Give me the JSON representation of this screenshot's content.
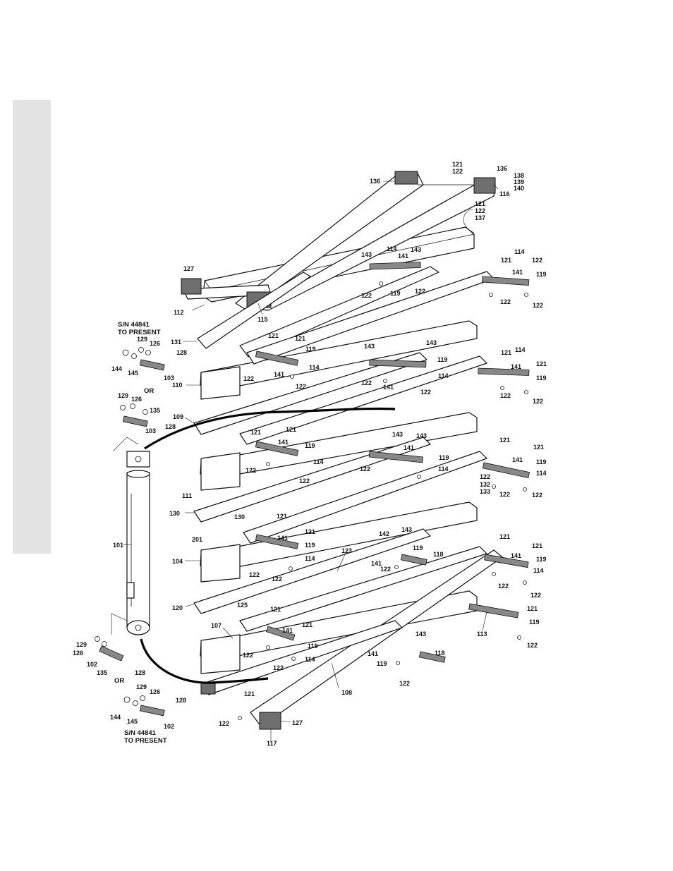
{
  "notes": {
    "sn_top": "S/N 44841",
    "to_present_top": "TO PRESENT",
    "or_top": "OR",
    "or_bottom": "OR",
    "sn_bottom": "S/N 44841",
    "to_present_bottom": "TO PRESENT"
  },
  "callouts": [
    {
      "id": "c121a",
      "text": "121"
    },
    {
      "id": "c122a",
      "text": "122"
    },
    {
      "id": "c136a",
      "text": "136"
    },
    {
      "id": "c136b",
      "text": "136"
    },
    {
      "id": "c138",
      "text": "138"
    },
    {
      "id": "c139",
      "text": "139"
    },
    {
      "id": "c140",
      "text": "140"
    },
    {
      "id": "c116",
      "text": "116"
    },
    {
      "id": "c121b",
      "text": "121"
    },
    {
      "id": "c122b",
      "text": "122"
    },
    {
      "id": "c137",
      "text": "137"
    },
    {
      "id": "c143a",
      "text": "143"
    },
    {
      "id": "c114a",
      "text": "114"
    },
    {
      "id": "c143b",
      "text": "143"
    },
    {
      "id": "c141a",
      "text": "141"
    },
    {
      "id": "c122c",
      "text": "122"
    },
    {
      "id": "c119a",
      "text": "119"
    },
    {
      "id": "c122d",
      "text": "122"
    },
    {
      "id": "c114b",
      "text": "114"
    },
    {
      "id": "c121c",
      "text": "121"
    },
    {
      "id": "c141b",
      "text": "141"
    },
    {
      "id": "c119b",
      "text": "119"
    },
    {
      "id": "c122e",
      "text": "122"
    },
    {
      "id": "c122f",
      "text": "122"
    },
    {
      "id": "c127a",
      "text": "127"
    },
    {
      "id": "c112",
      "text": "112"
    },
    {
      "id": "c115",
      "text": "115"
    },
    {
      "id": "c131",
      "text": "131"
    },
    {
      "id": "c129a",
      "text": "129"
    },
    {
      "id": "c126a",
      "text": "126"
    },
    {
      "id": "c128a",
      "text": "128"
    },
    {
      "id": "c144a",
      "text": "144"
    },
    {
      "id": "c145a",
      "text": "145"
    },
    {
      "id": "c103a",
      "text": "103"
    },
    {
      "id": "c110",
      "text": "110"
    },
    {
      "id": "c121d",
      "text": "121"
    },
    {
      "id": "c121e",
      "text": "121"
    },
    {
      "id": "c119c",
      "text": "119"
    },
    {
      "id": "c143c",
      "text": "143"
    },
    {
      "id": "c143d",
      "text": "143"
    },
    {
      "id": "c114c",
      "text": "114"
    },
    {
      "id": "c141c",
      "text": "141"
    },
    {
      "id": "c122g",
      "text": "122"
    },
    {
      "id": "c122h",
      "text": "122"
    },
    {
      "id": "c119d",
      "text": "119"
    },
    {
      "id": "c122i",
      "text": "122"
    },
    {
      "id": "c141d",
      "text": "141"
    },
    {
      "id": "c114d",
      "text": "114"
    },
    {
      "id": "c122j",
      "text": "122"
    },
    {
      "id": "c121f",
      "text": "121"
    },
    {
      "id": "c114e",
      "text": "114"
    },
    {
      "id": "c141e",
      "text": "141"
    },
    {
      "id": "c121g",
      "text": "121"
    },
    {
      "id": "c119e",
      "text": "119"
    },
    {
      "id": "c122k",
      "text": "122"
    },
    {
      "id": "c122l",
      "text": "122"
    },
    {
      "id": "c129b",
      "text": "129"
    },
    {
      "id": "c126b",
      "text": "126"
    },
    {
      "id": "c135a",
      "text": "135"
    },
    {
      "id": "c128b",
      "text": "128"
    },
    {
      "id": "c103b",
      "text": "103"
    },
    {
      "id": "c109",
      "text": "109"
    },
    {
      "id": "c121h",
      "text": "121"
    },
    {
      "id": "c121i",
      "text": "121"
    },
    {
      "id": "c141f",
      "text": "141"
    },
    {
      "id": "c119f",
      "text": "119"
    },
    {
      "id": "c122m",
      "text": "122"
    },
    {
      "id": "c114f",
      "text": "114"
    },
    {
      "id": "c122n",
      "text": "122"
    },
    {
      "id": "c111",
      "text": "111"
    },
    {
      "id": "c143e",
      "text": "143"
    },
    {
      "id": "c143f",
      "text": "143"
    },
    {
      "id": "c141g",
      "text": "141"
    },
    {
      "id": "c119g",
      "text": "119"
    },
    {
      "id": "c122o",
      "text": "122"
    },
    {
      "id": "c114g",
      "text": "114"
    },
    {
      "id": "c121j",
      "text": "121"
    },
    {
      "id": "c121k",
      "text": "121"
    },
    {
      "id": "c141h",
      "text": "141"
    },
    {
      "id": "c119h",
      "text": "119"
    },
    {
      "id": "c114h",
      "text": "114"
    },
    {
      "id": "c122p",
      "text": "122"
    },
    {
      "id": "c132",
      "text": "132"
    },
    {
      "id": "c133",
      "text": "133"
    },
    {
      "id": "c122q",
      "text": "122"
    },
    {
      "id": "c122r",
      "text": "122"
    },
    {
      "id": "c130a",
      "text": "130"
    },
    {
      "id": "c130b",
      "text": "130"
    },
    {
      "id": "c101",
      "text": "101"
    },
    {
      "id": "c121l",
      "text": "121"
    },
    {
      "id": "c121m",
      "text": "121"
    },
    {
      "id": "c141i",
      "text": "141"
    },
    {
      "id": "c119i",
      "text": "119"
    },
    {
      "id": "c201",
      "text": "201"
    },
    {
      "id": "c104",
      "text": "104"
    },
    {
      "id": "c114i",
      "text": "114"
    },
    {
      "id": "c122s",
      "text": "122"
    },
    {
      "id": "c122t",
      "text": "122"
    },
    {
      "id": "c123",
      "text": "123"
    },
    {
      "id": "c142",
      "text": "142"
    },
    {
      "id": "c143g",
      "text": "143"
    },
    {
      "id": "c119j",
      "text": "119"
    },
    {
      "id": "c118a",
      "text": "118"
    },
    {
      "id": "c141j",
      "text": "141"
    },
    {
      "id": "c122u",
      "text": "122"
    },
    {
      "id": "c121n",
      "text": "121"
    },
    {
      "id": "c121o",
      "text": "121"
    },
    {
      "id": "c141k",
      "text": "141"
    },
    {
      "id": "c119k",
      "text": "119"
    },
    {
      "id": "c114j",
      "text": "114"
    },
    {
      "id": "c122v",
      "text": "122"
    },
    {
      "id": "c122w",
      "text": "122"
    },
    {
      "id": "c120",
      "text": "120"
    },
    {
      "id": "c125",
      "text": "125"
    },
    {
      "id": "c121p",
      "text": "121"
    },
    {
      "id": "c107",
      "text": "107"
    },
    {
      "id": "c121q",
      "text": "121"
    },
    {
      "id": "c141l",
      "text": "141"
    },
    {
      "id": "c119l",
      "text": "119"
    },
    {
      "id": "c114k",
      "text": "114"
    },
    {
      "id": "c122x",
      "text": "122"
    },
    {
      "id": "c122y",
      "text": "122"
    },
    {
      "id": "c121r",
      "text": "121"
    },
    {
      "id": "c119m",
      "text": "119"
    },
    {
      "id": "c113",
      "text": "113"
    },
    {
      "id": "c122z",
      "text": "122"
    },
    {
      "id": "c143h",
      "text": "143"
    },
    {
      "id": "c141m",
      "text": "141"
    },
    {
      "id": "c119n",
      "text": "119"
    },
    {
      "id": "c118b",
      "text": "118"
    },
    {
      "id": "c122aa",
      "text": "122"
    },
    {
      "id": "c129c",
      "text": "129"
    },
    {
      "id": "c126c",
      "text": "126"
    },
    {
      "id": "c102a",
      "text": "102"
    },
    {
      "id": "c135b",
      "text": "135"
    },
    {
      "id": "c128c",
      "text": "128"
    },
    {
      "id": "c129d",
      "text": "129"
    },
    {
      "id": "c126d",
      "text": "126"
    },
    {
      "id": "c128d",
      "text": "128"
    },
    {
      "id": "c144b",
      "text": "144"
    },
    {
      "id": "c145b",
      "text": "145"
    },
    {
      "id": "c102b",
      "text": "102"
    },
    {
      "id": "c108",
      "text": "108"
    },
    {
      "id": "c121s",
      "text": "121"
    },
    {
      "id": "c122ab",
      "text": "122"
    },
    {
      "id": "c127b",
      "text": "127"
    },
    {
      "id": "c117",
      "text": "117"
    }
  ]
}
